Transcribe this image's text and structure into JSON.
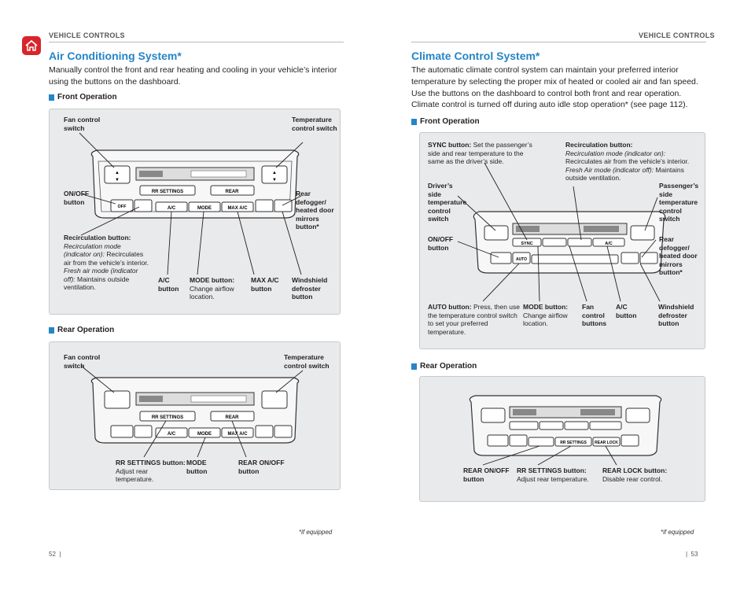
{
  "left": {
    "header": "VEHICLE CONTROLS",
    "title": "Air Conditioning System*",
    "intro": "Manually control the front and rear heating and cooling in your vehicle’s interior using the buttons on the dashboard.",
    "front_heading": "Front Operation",
    "front_labels": {
      "fan_control": "Fan control switch",
      "temperature_control": "Temperature control switch",
      "on_off": "ON/OFF button",
      "rear_defogger": "Rear defogger/ heated door mirrors button*",
      "recirc_title": "Recirculation button:",
      "recirc_mode_label": "Recirculation mode (indicator on):",
      "recirc_mode_text": "Recirculates air from the vehicle’s interior.",
      "fresh_mode_label": "Fresh air mode (indicator off):",
      "fresh_mode_text": "Maintains outside ventilation.",
      "ac_button": "A/C button",
      "mode_title": "MODE button:",
      "mode_text": "Change airflow location.",
      "max_ac": "MAX A/C button",
      "windshield": "Windshield defroster button"
    },
    "rear_heading": "Rear Operation",
    "rear_labels": {
      "fan_control": "Fan control switch",
      "temperature_control": "Temperature control switch",
      "rr_settings_title": "RR SETTINGS button:",
      "rr_settings_text": "Adjust rear temperature.",
      "mode_button": "MODE button",
      "rear_on_off": "REAR ON/OFF button"
    },
    "footnote": "*if equipped",
    "page_number": "52"
  },
  "right": {
    "header": "VEHICLE CONTROLS",
    "title": "Climate Control System*",
    "intro": "The automatic climate control system can maintain your preferred interior temperature by selecting the proper mix of heated or cooled air and fan speed. Use the buttons on the dashboard to control both front and rear operation.",
    "intro2": "Climate control is turned off during auto idle stop operation* (see page 112).",
    "front_heading": "Front Operation",
    "front_labels": {
      "sync_title": "SYNC button:",
      "sync_text": "Set the passenger’s side and rear temperature to the same as the driver’s side.",
      "recirc_title": "Recirculation button:",
      "recirc_mode": "Recirculation mode (indicator on):",
      "recirc_text": "Recirculates air from the vehicle’s interior.",
      "fresh_mode": "Fresh Air mode (indicator off):",
      "fresh_text": "Maintains outside ventilation.",
      "driver_temp": "Driver’s side temperature control switch",
      "passenger_temp": "Passenger’s side temperature control switch",
      "on_off": "ON/OFF button",
      "rear_defogger": "Rear defogger/ heated door mirrors button*",
      "auto_title": "AUTO button:",
      "auto_text": "Press, then use the temperature control switch to set your preferred temperature.",
      "mode_title": "MODE button:",
      "mode_text": "Change airflow location.",
      "fan_buttons": "Fan control buttons",
      "ac_button": "A/C button",
      "windshield": "Windshield defroster button"
    },
    "rear_heading": "Rear Operation",
    "rear_labels": {
      "rear_on_off": "REAR ON/OFF button",
      "rr_settings_title": "RR SETTINGS button:",
      "rr_settings_text": "Adjust rear temperature.",
      "rear_lock_title": "REAR LOCK button:",
      "rear_lock_text": "Disable rear control."
    },
    "footnote": "*if equipped",
    "page_number": "53"
  },
  "panel_text": {
    "rr_settings": "RR SETTINGS",
    "rear_on_off": "REAR",
    "ac": "A/C",
    "mode": "MODE",
    "max_ac": "MAX A/C",
    "sync": "SYNC",
    "auto": "AUTO",
    "rear_lock": "REAR LOCK",
    "on_off": "OFF"
  },
  "colors": {
    "accent": "#2585c6",
    "home_icon": "#d8252b"
  }
}
